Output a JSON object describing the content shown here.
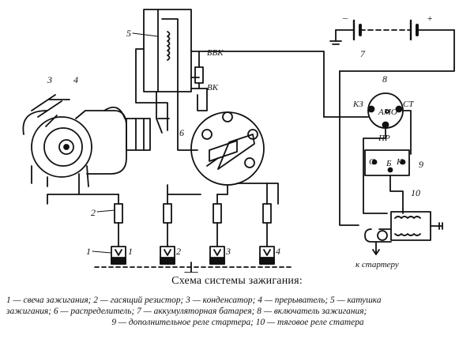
{
  "labels": {
    "n1": "1",
    "n1b": "1",
    "n2": "2",
    "n2b": "2",
    "n3": "3",
    "n3b": "3",
    "n4": "4",
    "n4b": "4",
    "n5": "5",
    "n6": "6",
    "n7": "7",
    "n8": "8",
    "n9": "9",
    "n10": "10",
    "bvk": "БВК",
    "vk": "ВК",
    "kz": "КЗ",
    "st": "СТ",
    "amo": "АМО",
    "pr": "ПР",
    "c": "С",
    "b": "Б",
    "k": "К",
    "minus": "–",
    "plus": "+",
    "starter": "к стартеру"
  },
  "caption": "Схема системы зажигания:",
  "legend": {
    "line1": "1 — свеча зажигания; 2 — гасящий резистор; 3 — конденсатор; 4 — прерыватель; 5 — катушка",
    "line2": "зажигания; 6 — распределитель; 7 — аккумуляторная батарея; 8 — включатель зажигания;",
    "line3": "9 — дополнительное реле стартера; 10 — тяговое реле статера"
  }
}
